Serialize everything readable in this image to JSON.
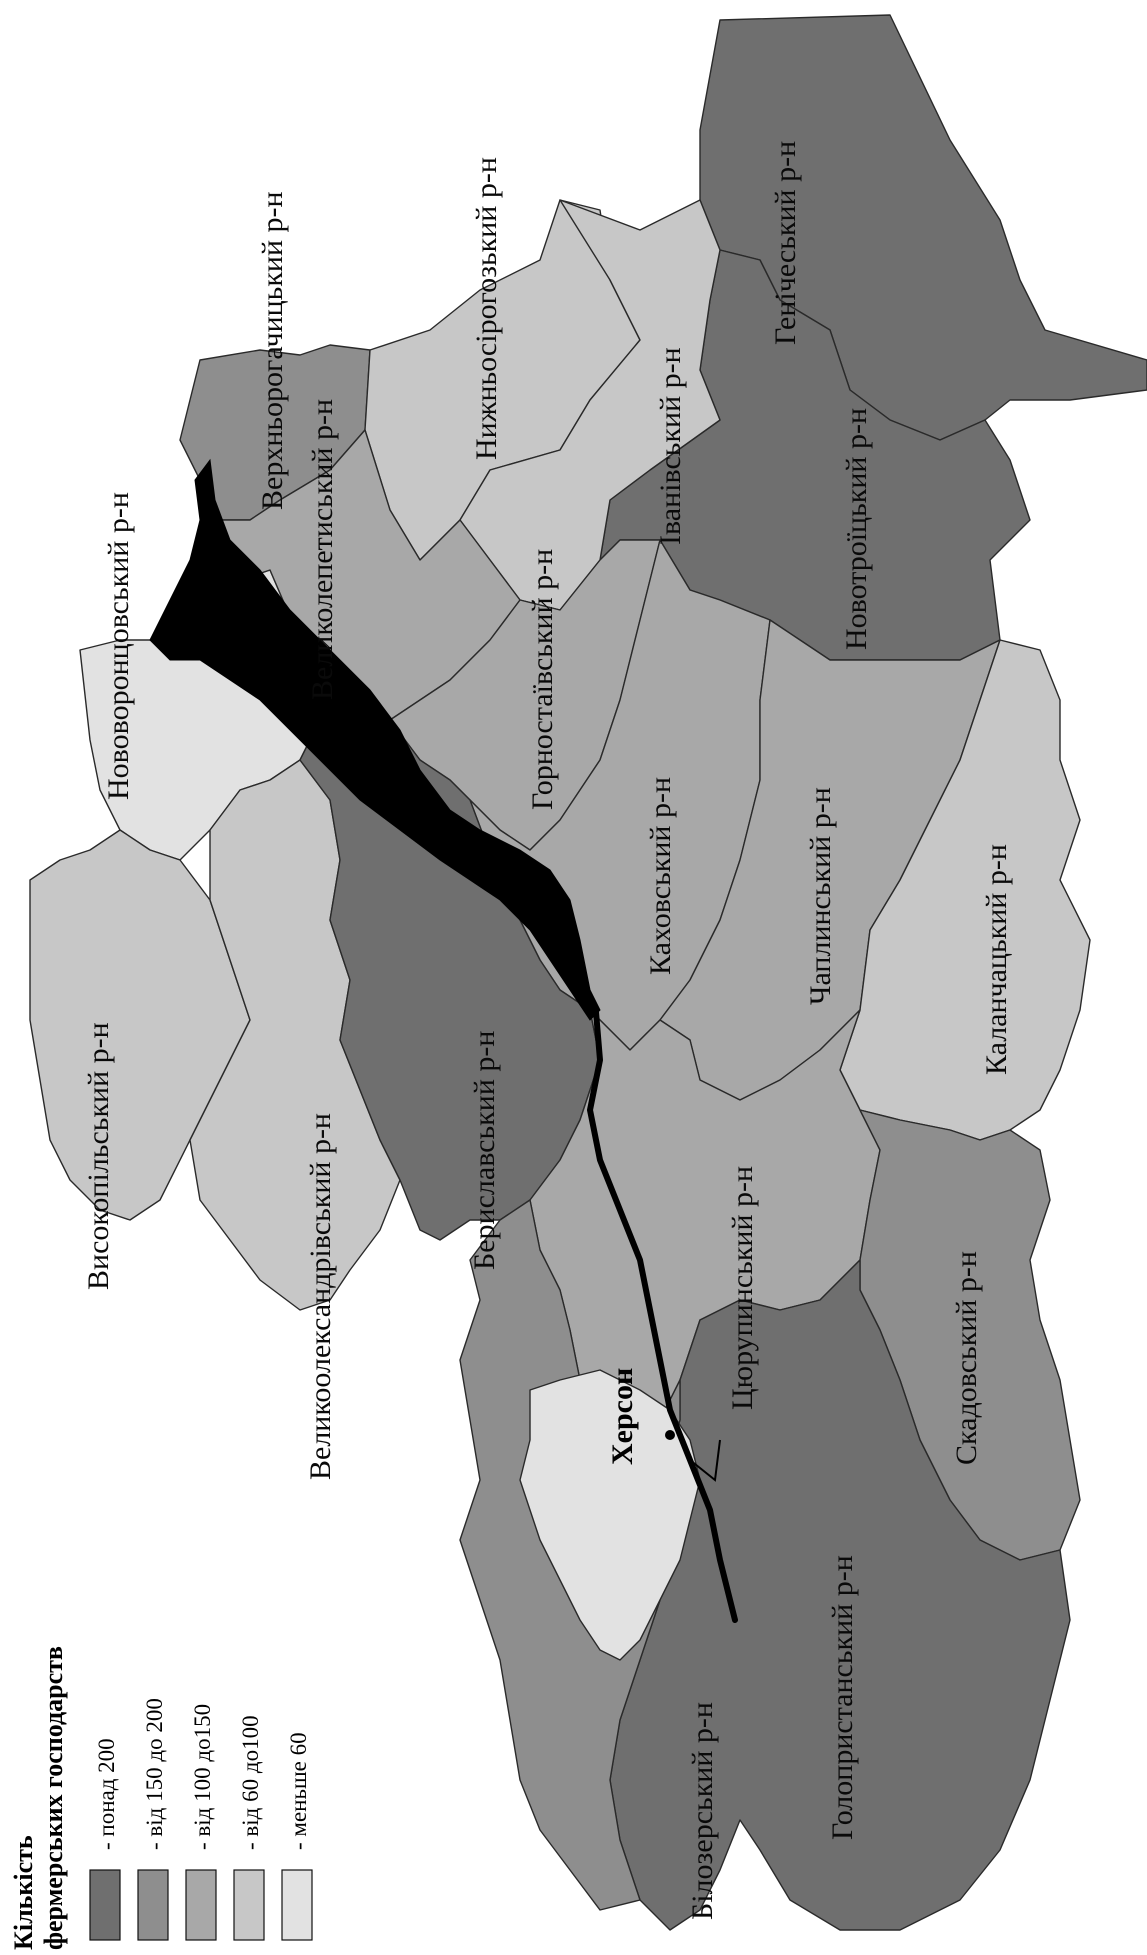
{
  "legend": {
    "title_line1": "Кількість",
    "title_line2": "фермерських господарств",
    "items": [
      {
        "label": "- понад 200",
        "color": "#6f6f6f"
      },
      {
        "label": "- від 150 до 200",
        "color": "#8e8e8e"
      },
      {
        "label": "- від 100 до150",
        "color": "#a8a8a8"
      },
      {
        "label": "- від 60 до100",
        "color": "#c7c7c7"
      },
      {
        "label": "- меньше 60",
        "color": "#e2e2e2"
      }
    ]
  },
  "city": {
    "name": "Херсон"
  },
  "regions": [
    {
      "name": "Високопільський р-н",
      "class": "від 60 до100"
    },
    {
      "name": "Нововоронцовський р-н",
      "class": "меньше 60"
    },
    {
      "name": "Верхньорогачицький р-н",
      "class": "від 150 до 200"
    },
    {
      "name": "Великолепетиський р-н",
      "class": "від 100 до150"
    },
    {
      "name": "Нижньосірогозький р-н",
      "class": "від 60 до100"
    },
    {
      "name": "Іванівський р-н",
      "class": "від 60 до100"
    },
    {
      "name": "Генічеський р-н",
      "class": "понад 200"
    },
    {
      "name": "Новотроїцький р-н",
      "class": "понад 200"
    },
    {
      "name": "Горностаївський р-н",
      "class": "від 100 до150"
    },
    {
      "name": "Каховський р-н",
      "class": "від 100 до150"
    },
    {
      "name": "Чаплинський р-н",
      "class": "від 100 до150"
    },
    {
      "name": "Каланчацький р-н",
      "class": "від 60 до100"
    },
    {
      "name": "Великоолександрівський р-н",
      "class": "від 60 до100"
    },
    {
      "name": "Бериславський р-н",
      "class": "понад 200"
    },
    {
      "name": "Цюрупинський р-н",
      "class": "від 100 до150"
    },
    {
      "name": "Скадовський р-н",
      "class": "від 150 до 200"
    },
    {
      "name": "Голопристанський р-н",
      "class": "понад 200"
    },
    {
      "name": "Білозерський р-н",
      "class": "від 150 до 200"
    }
  ]
}
